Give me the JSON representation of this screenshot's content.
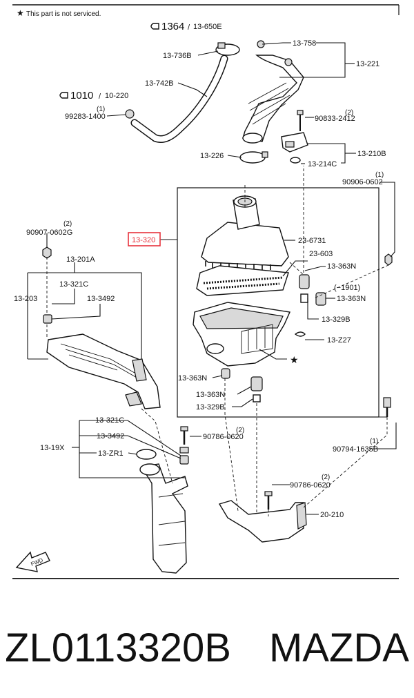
{
  "header": {
    "note_symbol": "★",
    "note_text": "This part is not serviced."
  },
  "refs": {
    "fig_a_num": "1364",
    "fig_a_sub": "13-650E",
    "fig_b_num": "1010",
    "fig_b_sub": "10-220"
  },
  "labels": {
    "p13_758": "13-758",
    "p13_221": "13-221",
    "p13_736b": "13-736B",
    "p13_742b": "13-742B",
    "p99283": "99283-1400",
    "p99283_qty": "(1)",
    "p90833": "90833-2412",
    "p90833_qty": "(2)",
    "p13_226": "13-226",
    "p13_214c": "13-214C",
    "p13_210b": "13-210B",
    "p90906": "90906-0602",
    "p90906_qty": "(1)",
    "p90907": "90907-0602G",
    "p90907_qty": "(2)",
    "p13_320": "13-320",
    "p23_6731": "23-6731",
    "p23_603": "23-603",
    "p13_363n_a": "13-363N",
    "p1901": "(−1901)",
    "p13_363n_b": "13-363N",
    "p13_329b_a": "13-329B",
    "p13_z27": "13-Z27",
    "p13_201a": "13-201A",
    "p13_321c_a": "13-321C",
    "p13_203": "13-203",
    "p13_3492_a": "13-3492",
    "p13_363n_c": "13-363N",
    "p13_363n_d": "13-363N",
    "p13_329b_b": "13-329B",
    "p13_321c_b": "13-321C",
    "p13_3492_b": "13-3492",
    "p90786_a": "90786-0620",
    "p90786_a_qty": "(2)",
    "p13_19x": "13-19X",
    "p13_zr1": "13-ZR1",
    "p90794": "90794-1635B",
    "p90794_qty": "(1)",
    "p90786_b": "90786-0620",
    "p90786_b_qty": "(2)",
    "p20_210": "20-210",
    "star": "★",
    "fwd": "FWD"
  },
  "footer": {
    "part_number": "ZL0113320B",
    "brand": "MAZDA"
  },
  "colors": {
    "highlight": "#e8323c",
    "ink": "#111111",
    "background": "#ffffff"
  }
}
